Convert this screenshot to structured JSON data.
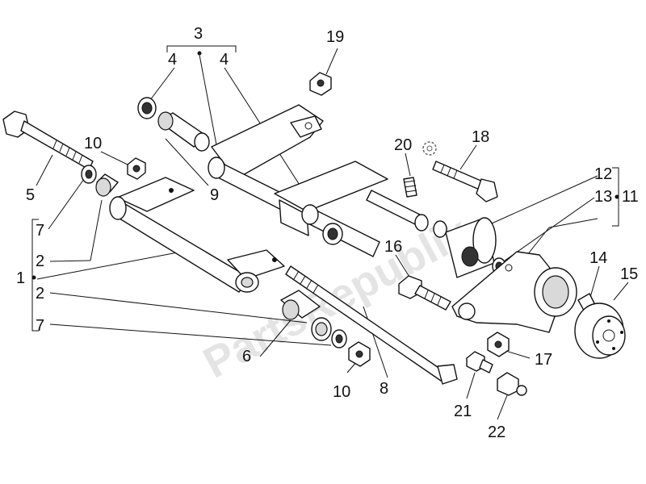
{
  "watermark": "PartsRepublik",
  "callouts": [
    {
      "id": "c1",
      "text": "1"
    },
    {
      "id": "c2a",
      "text": "2"
    },
    {
      "id": "c2b",
      "text": "2"
    },
    {
      "id": "c3",
      "text": "3"
    },
    {
      "id": "c4a",
      "text": "4"
    },
    {
      "id": "c4b",
      "text": "4"
    },
    {
      "id": "c5",
      "text": "5"
    },
    {
      "id": "c6",
      "text": "6"
    },
    {
      "id": "c7a",
      "text": "7"
    },
    {
      "id": "c7b",
      "text": "7"
    },
    {
      "id": "c8",
      "text": "8"
    },
    {
      "id": "c9",
      "text": "9"
    },
    {
      "id": "c10a",
      "text": "10"
    },
    {
      "id": "c10b",
      "text": "10"
    },
    {
      "id": "c11",
      "text": "11"
    },
    {
      "id": "c12",
      "text": "12"
    },
    {
      "id": "c13",
      "text": "13"
    },
    {
      "id": "c14",
      "text": "14"
    },
    {
      "id": "c15",
      "text": "15"
    },
    {
      "id": "c16",
      "text": "16"
    },
    {
      "id": "c17",
      "text": "17"
    },
    {
      "id": "c18",
      "text": "18"
    },
    {
      "id": "c19",
      "text": "19"
    },
    {
      "id": "c20",
      "text": "20"
    },
    {
      "id": "c21",
      "text": "21"
    },
    {
      "id": "c22",
      "text": "22"
    }
  ]
}
